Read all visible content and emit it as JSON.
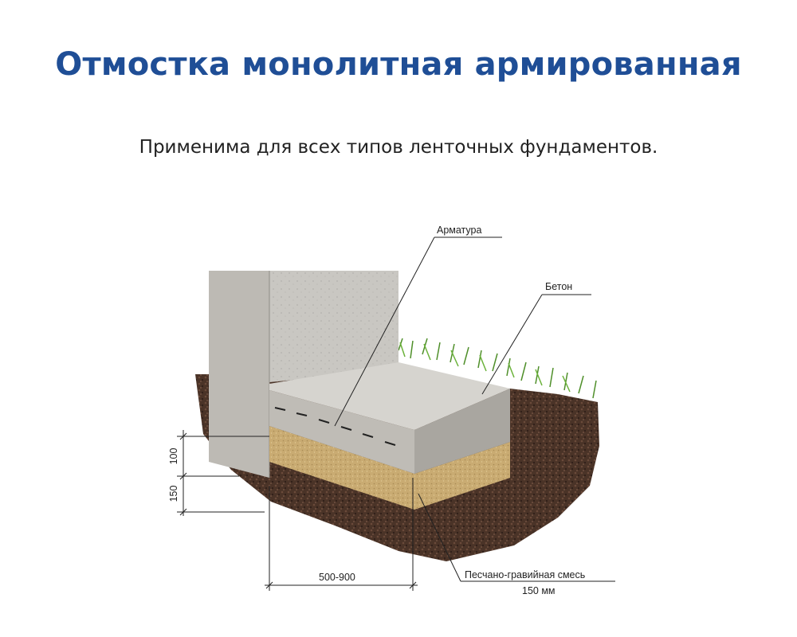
{
  "page": {
    "title": "Отмостка монолитная армированная",
    "subtitle": "Применима для всех типов ленточных фундаментов."
  },
  "diagram": {
    "labels": {
      "rebar": "Арматура",
      "concrete": "Бетон",
      "gravel_mix_line1": "Песчано-гравийная смесь",
      "gravel_mix_line2": "150 мм"
    },
    "dimensions": {
      "concrete_thickness": "100",
      "gravel_thickness": "150",
      "width": "500-900"
    }
  },
  "colors": {
    "title": "#1f4e96",
    "concrete": "#c9c7c2",
    "sand": "#c9ab72",
    "soil": "#4a3327",
    "grass": "#4f8f2a"
  }
}
